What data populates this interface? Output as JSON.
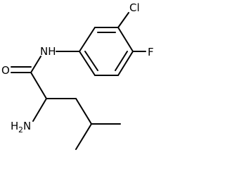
{
  "structure": {
    "atoms": {
      "cl": "Cl",
      "f": "F",
      "nh": "NH",
      "o": "O",
      "h2n_h": "H",
      "h2n_2": "2",
      "h2n_n": "N"
    }
  }
}
